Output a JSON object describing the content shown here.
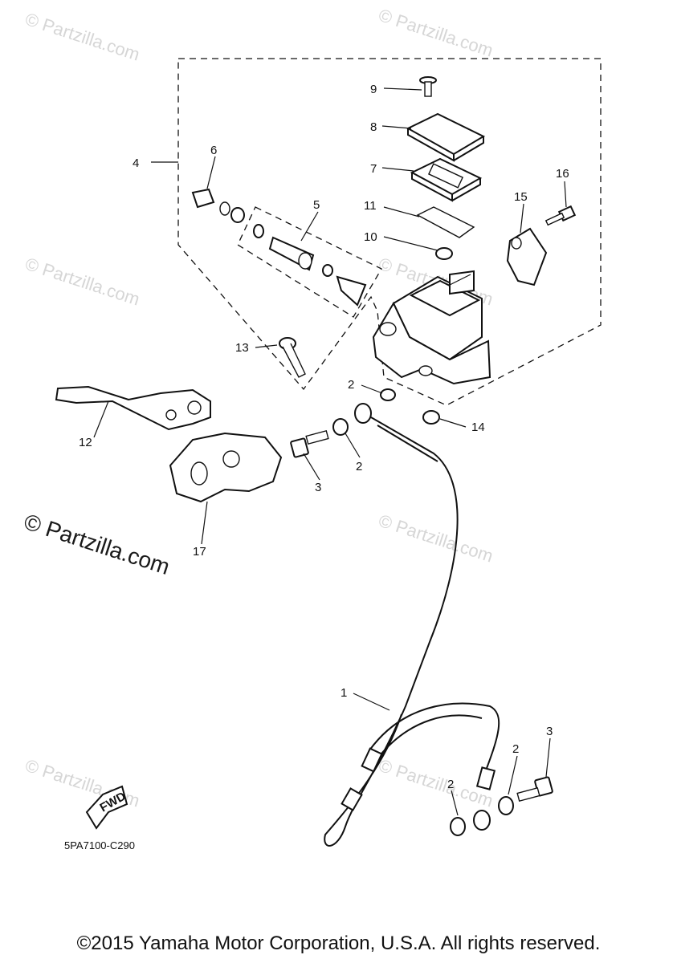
{
  "diagram_code": "5PA7100-C290",
  "copyright": "©2015 Yamaha Motor Corporation, U.S.A. All rights reserved.",
  "direction_label": "FWD",
  "watermark_small": "© Partzilla.com",
  "watermark_large": "© Partzilla.com",
  "callouts": {
    "c1": "1",
    "c2a": "2",
    "c2b": "2",
    "c2c": "2",
    "c2d": "2",
    "c3a": "3",
    "c3b": "3",
    "c4": "4",
    "c5": "5",
    "c6": "6",
    "c7": "7",
    "c8": "8",
    "c9": "9",
    "c10": "10",
    "c11": "11",
    "c12": "12",
    "c13": "13",
    "c14": "14",
    "c15": "15",
    "c16": "16",
    "c17": "17"
  }
}
